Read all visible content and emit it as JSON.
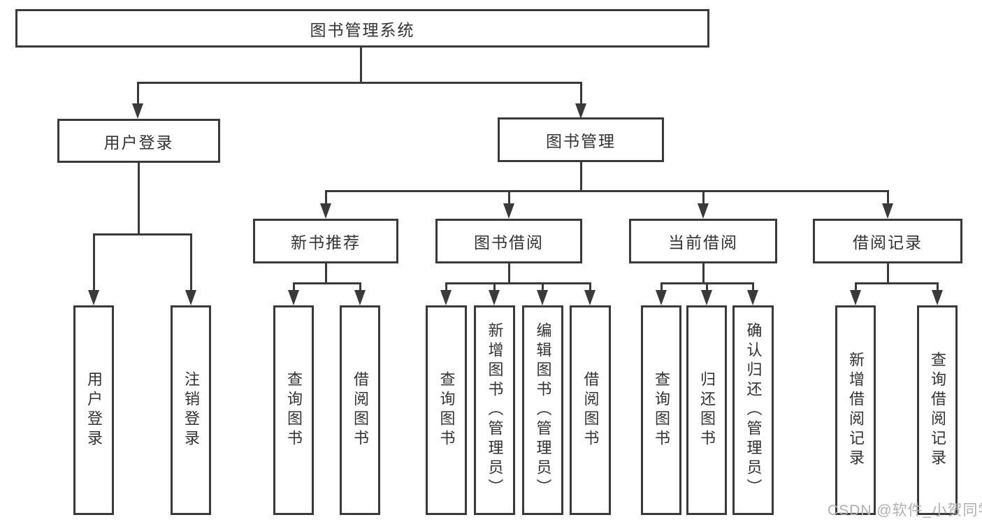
{
  "diagram_title": "图书管理系统",
  "nodes": {
    "root": "图书管理系统",
    "user_login": "用户登录",
    "book_mgmt": "图书管理",
    "new_books": "新书推荐",
    "book_borrow": "图书借阅",
    "current_borrow": "当前借阅",
    "borrow_records": "借阅记录",
    "leaf_login": "用户登录",
    "leaf_logout": "注销登录",
    "leaf_nb_query": "查询图书",
    "leaf_nb_borrow": "借阅图书",
    "leaf_bb_query": "查询图书",
    "leaf_bb_add": "新增图书（管理员）",
    "leaf_bb_edit": "编辑图书（管理员）",
    "leaf_bb_borrow": "借阅图书",
    "leaf_cb_query": "查询图书",
    "leaf_cb_return": "归还图书",
    "leaf_cb_confirm": "确认归还（管理员）",
    "leaf_br_add": "新增借阅记录",
    "leaf_br_query": "查询借阅记录"
  },
  "hierarchy": {
    "图书管理系统": {
      "用户登录": [
        "用户登录",
        "注销登录"
      ],
      "图书管理": {
        "新书推荐": [
          "查询图书",
          "借阅图书"
        ],
        "图书借阅": [
          "查询图书",
          "新增图书（管理员）",
          "编辑图书（管理员）",
          "借阅图书"
        ],
        "当前借阅": [
          "查询图书",
          "归还图书",
          "确认归还（管理员）"
        ],
        "借阅记录": [
          "新增借阅记录",
          "查询借阅记录"
        ]
      }
    }
  },
  "watermark": "CSDN @软件_小贺同学",
  "colors": {
    "line": "#3a3a3a",
    "box_border": "#3a3a3a",
    "box_fill": "#ffffff",
    "text": "#333333",
    "watermark_text": "#b0b0b0",
    "background": "#ffffff"
  }
}
